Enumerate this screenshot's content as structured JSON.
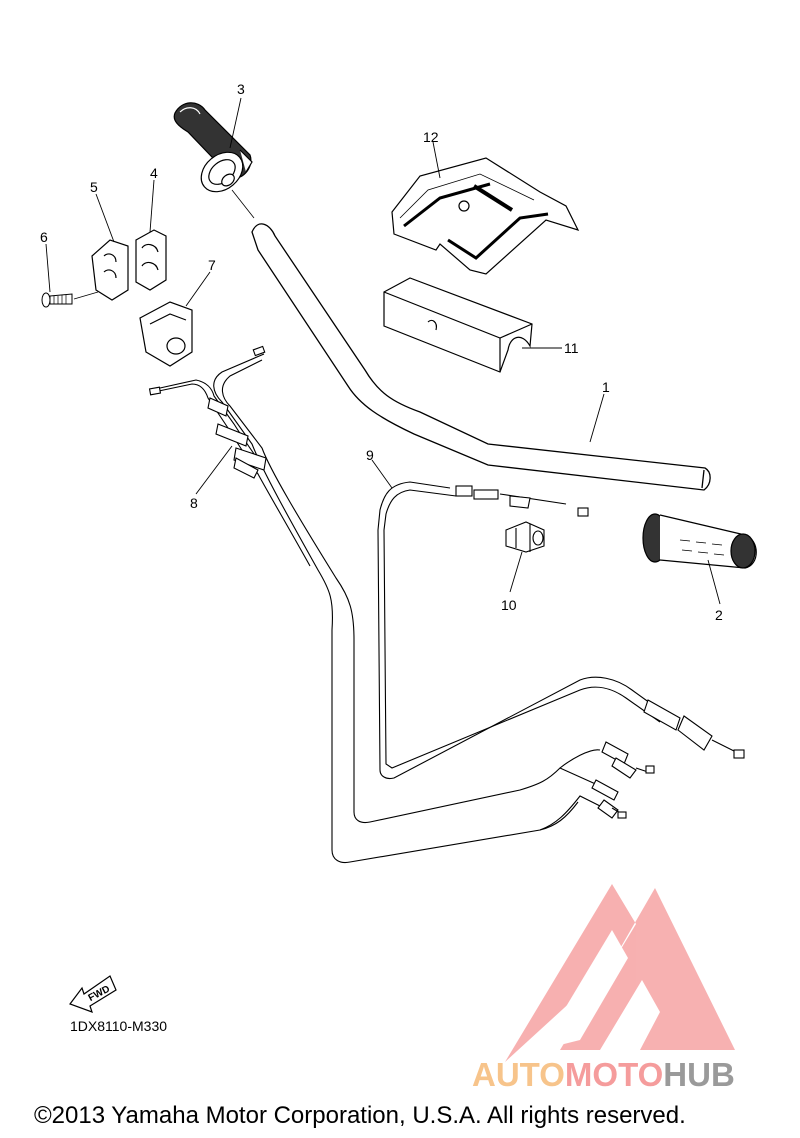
{
  "callouts": {
    "c1": "1",
    "c2": "2",
    "c3": "3",
    "c4": "4",
    "c5": "5",
    "c6": "6",
    "c7": "7",
    "c8": "8",
    "c9": "9",
    "c10": "10",
    "c11": "11",
    "c12": "12"
  },
  "fwd_label": "FWD",
  "diagram_code": "1DX8110-M330",
  "copyright": "©2013 Yamaha Motor Corporation, U.S.A. All rights reserved.",
  "watermark": {
    "part1": "AUTO",
    "part2": "MOTO",
    "part3": "HUB"
  },
  "colors": {
    "line": "#000000",
    "watermark_red": "#f59c9c",
    "watermark_orange": "#f7c48b",
    "watermark_grey": "#9a9a9a"
  }
}
